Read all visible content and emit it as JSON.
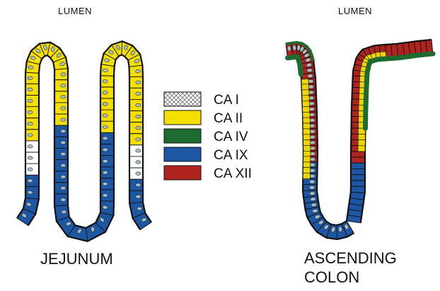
{
  "labels": {
    "lumen_left": "LUMEN",
    "lumen_right": "LUMEN",
    "region_left": "JEJUNUM",
    "region_right_line1": "ASCENDING",
    "region_right_line2": "COLON"
  },
  "legend": [
    {
      "label": "CA I",
      "color": "#ffffff",
      "pattern": "crosshatch"
    },
    {
      "label": "CA II",
      "color": "#f4e000",
      "pattern": "solid"
    },
    {
      "label": "CA IV",
      "color": "#1e6b30",
      "pattern": "solid"
    },
    {
      "label": "CA IX",
      "color": "#1d57a4",
      "pattern": "solid"
    },
    {
      "label": "CA XII",
      "color": "#b0241f",
      "pattern": "solid"
    }
  ],
  "colors": {
    "outline": "#111111",
    "nucleus": "#a9bfc4",
    "ca_ii_yellow": "#f4e000",
    "ca_iv_green": "#1e6b30",
    "ca_ix_blue": "#1d57a4",
    "ca_xii_red": "#b0241f"
  }
}
